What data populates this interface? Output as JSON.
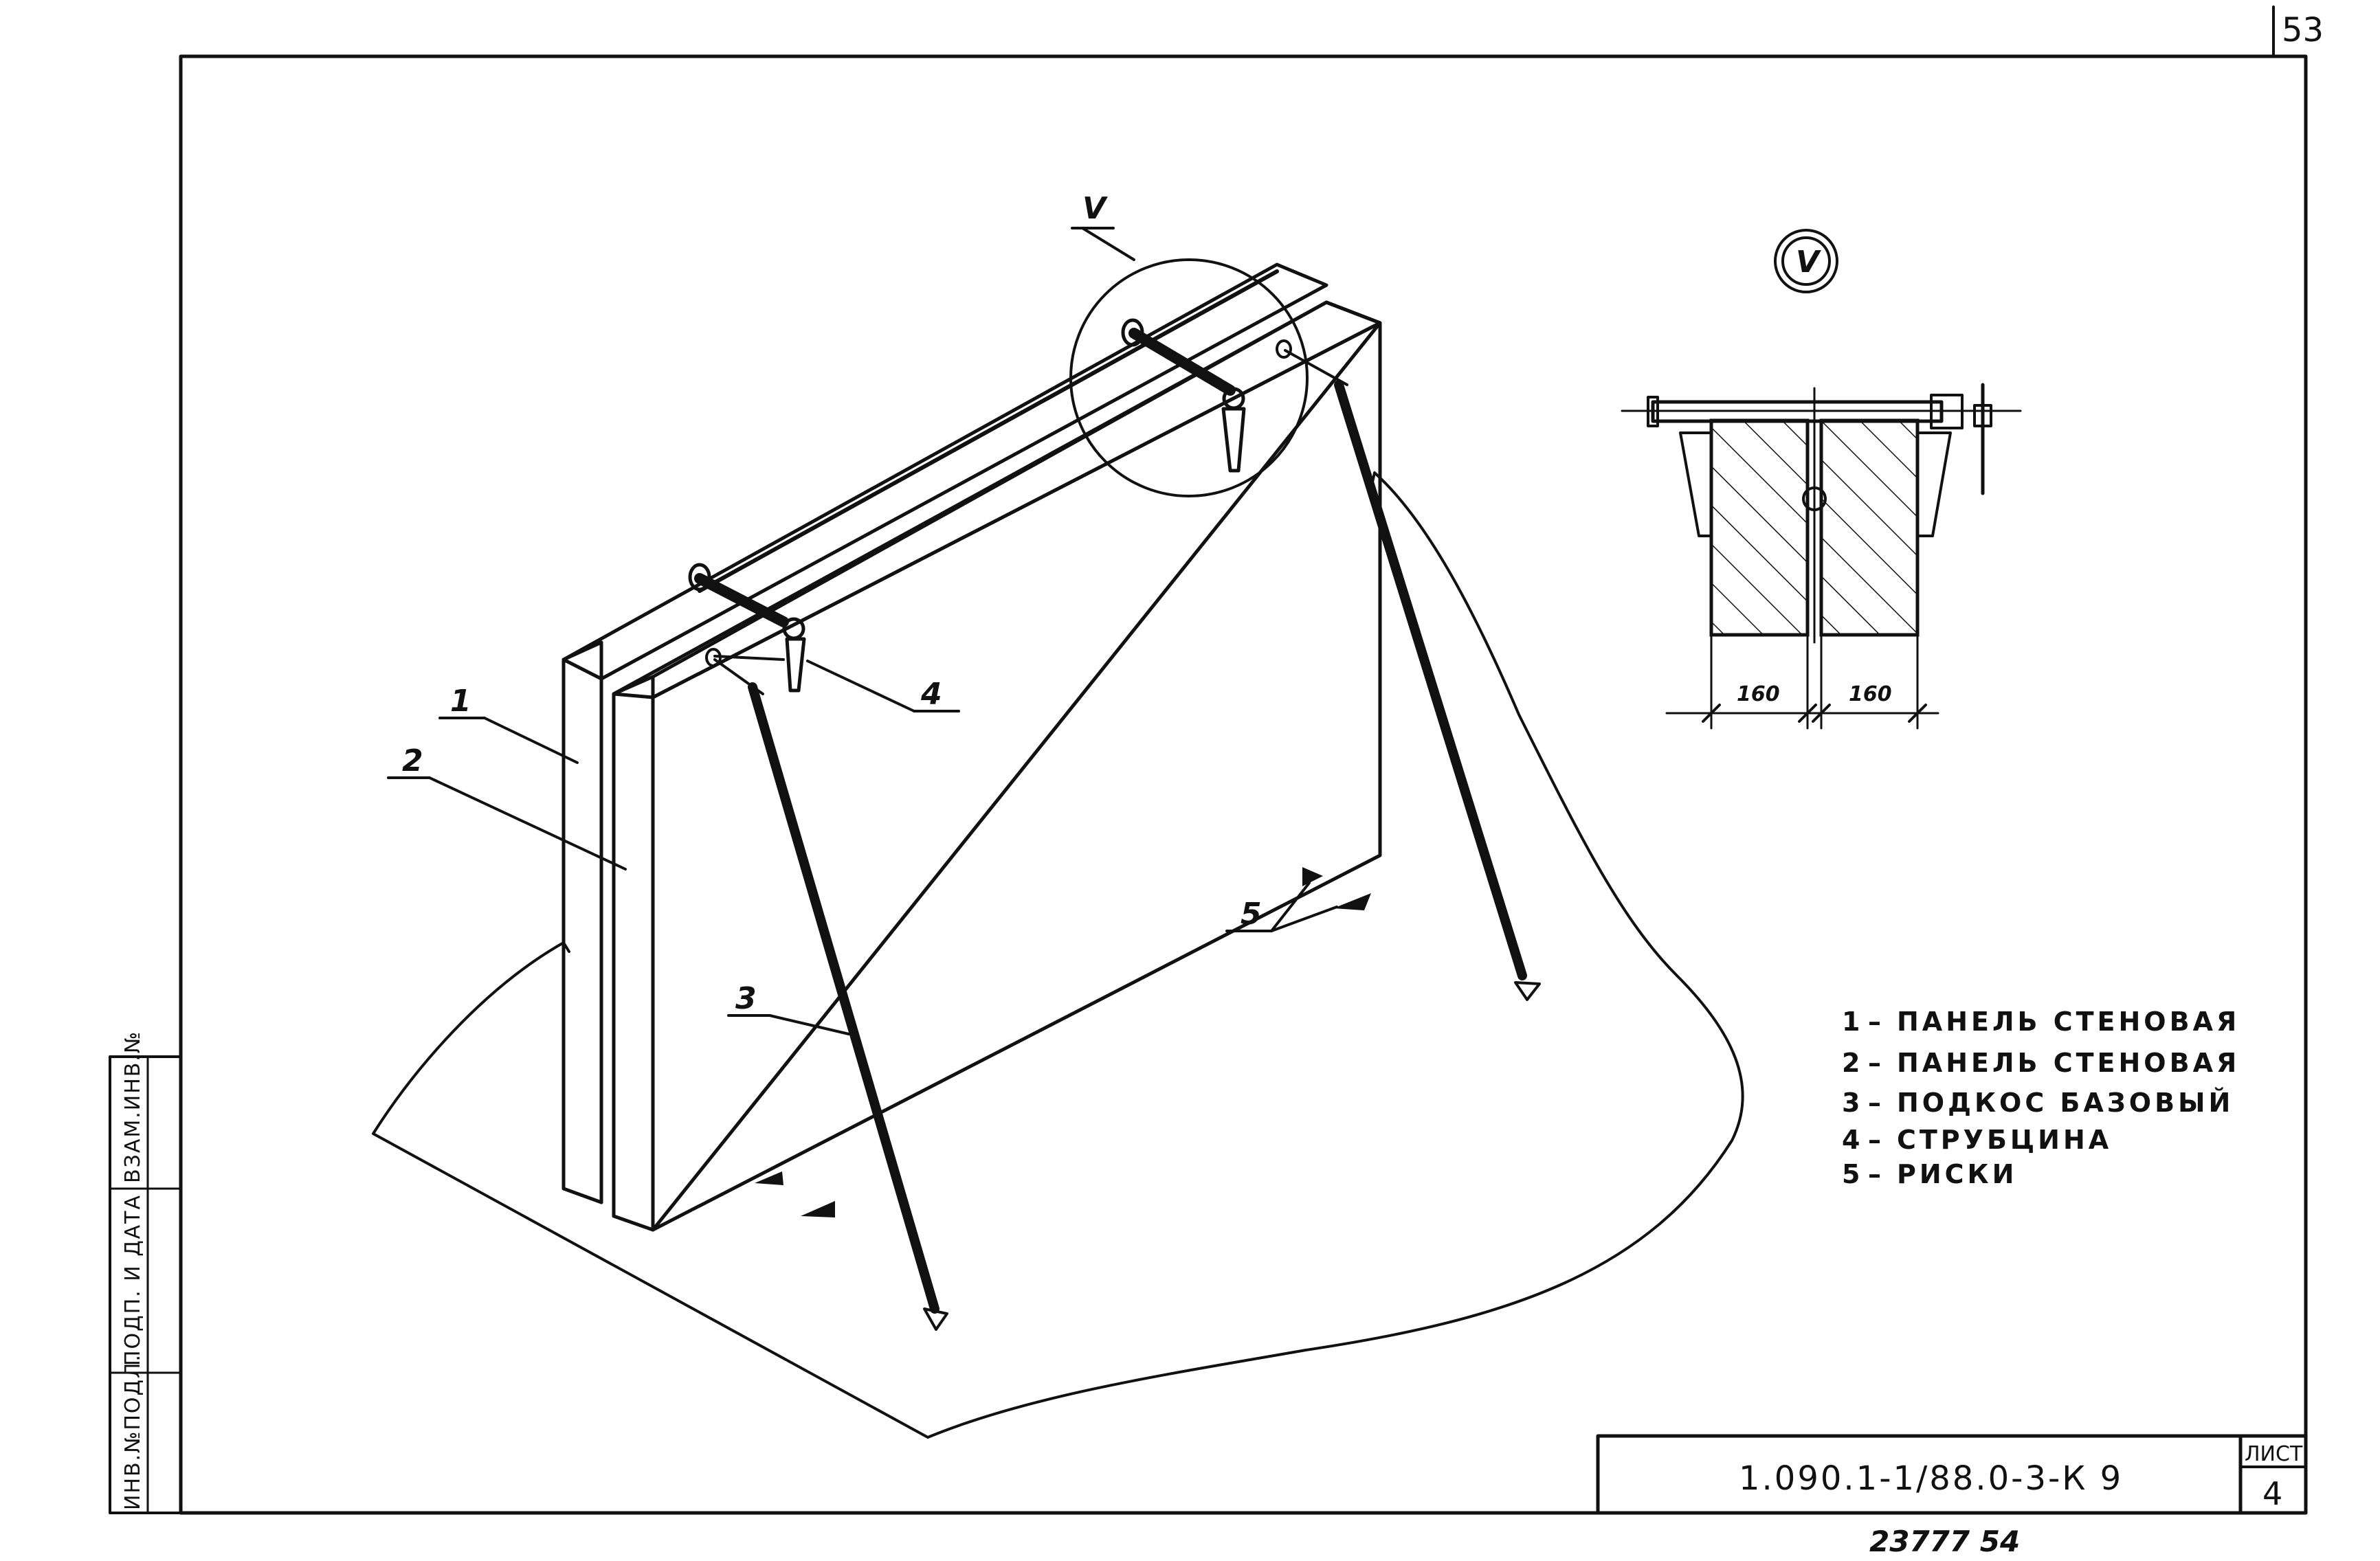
{
  "page_number": "53",
  "detail_marker": "V",
  "callouts": {
    "c1": "1",
    "c2": "2",
    "c3": "3",
    "c4": "4",
    "c5": "5",
    "cV": "V"
  },
  "dimensions": {
    "left": "160",
    "right": "160"
  },
  "legend": [
    {
      "num": "1",
      "text": "ПАНЕЛЬ СТЕНОВАЯ"
    },
    {
      "num": "2",
      "text": "ПАНЕЛЬ СТЕНОВАЯ"
    },
    {
      "num": "3",
      "text": "ПОДКОС БАЗОВЫЙ"
    },
    {
      "num": "4",
      "text": "СТРУБЦИНА"
    },
    {
      "num": "5",
      "text": "РИСКИ"
    }
  ],
  "title_block": {
    "doc_code": "1.090.1-1/88.0-3-К 9",
    "sheet_label": "ЛИСТ",
    "sheet_number": "4"
  },
  "side_stamp": {
    "cell1": "ИНВ.№ПОДЛ.",
    "cell2": "ПОДП. И ДАТА",
    "cell3": "ВЗАМ.ИНВ.№"
  },
  "bottom_number": "23777  54"
}
